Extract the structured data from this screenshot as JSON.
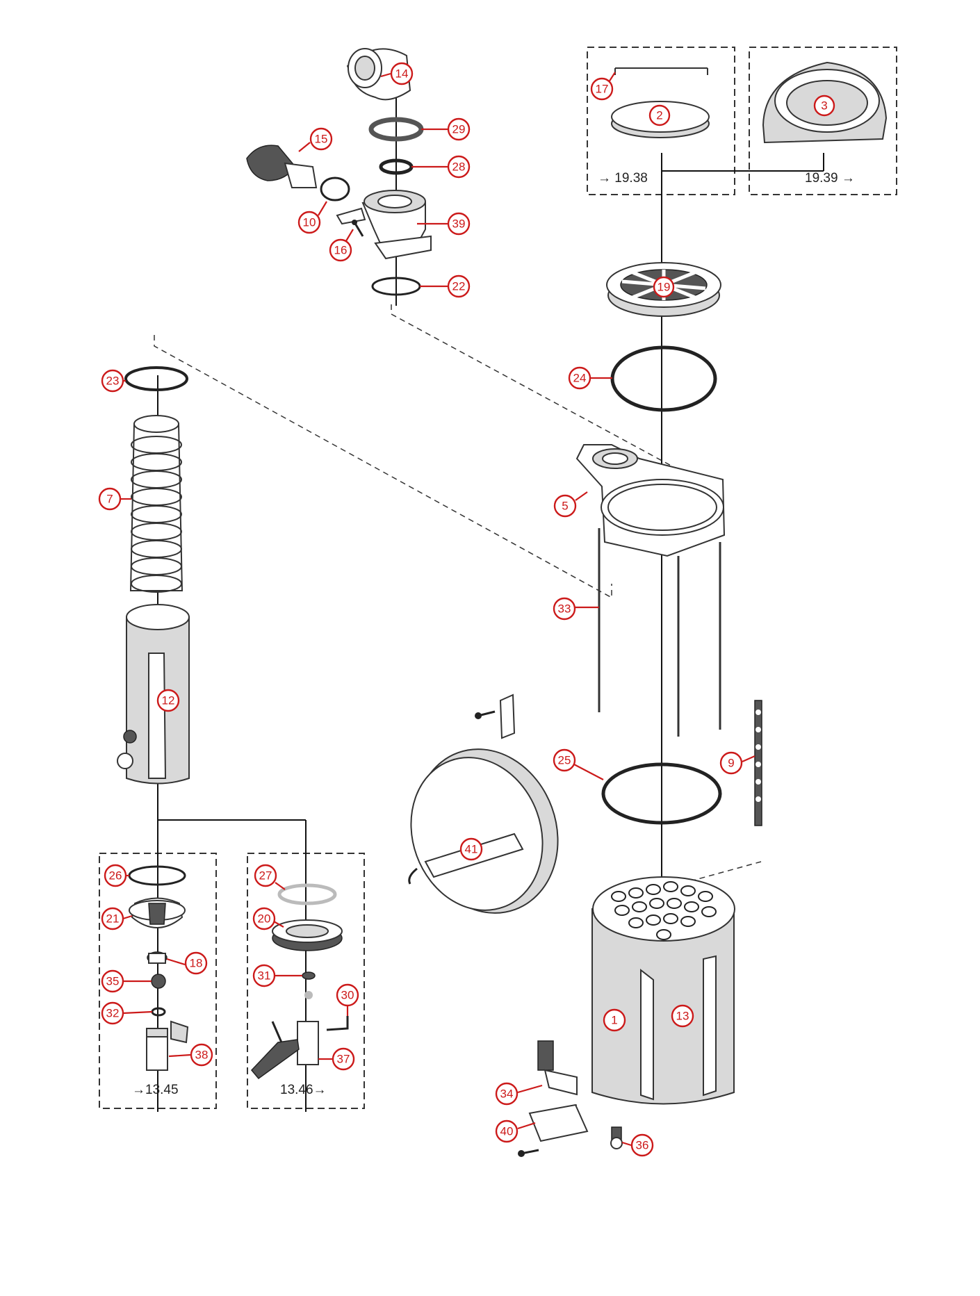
{
  "callouts": [
    "14",
    "29",
    "28",
    "15",
    "10",
    "39",
    "16",
    "22",
    "17",
    "2",
    "3",
    "19",
    "24",
    "23",
    "7",
    "5",
    "33",
    "12",
    "25",
    "9",
    "41",
    "26",
    "27",
    "21",
    "20",
    "18",
    "35",
    "31",
    "30",
    "32",
    "38",
    "37",
    "1",
    "13",
    "34",
    "40",
    "36"
  ],
  "box_refs": {
    "part2": "→ 19.38",
    "part3": "19.39 →",
    "left": "→13.45",
    "mid": "13.46→"
  },
  "colors": {
    "callout": "#cc1a1a",
    "line": "#222222",
    "fill_grey": "#d9d9d9"
  }
}
